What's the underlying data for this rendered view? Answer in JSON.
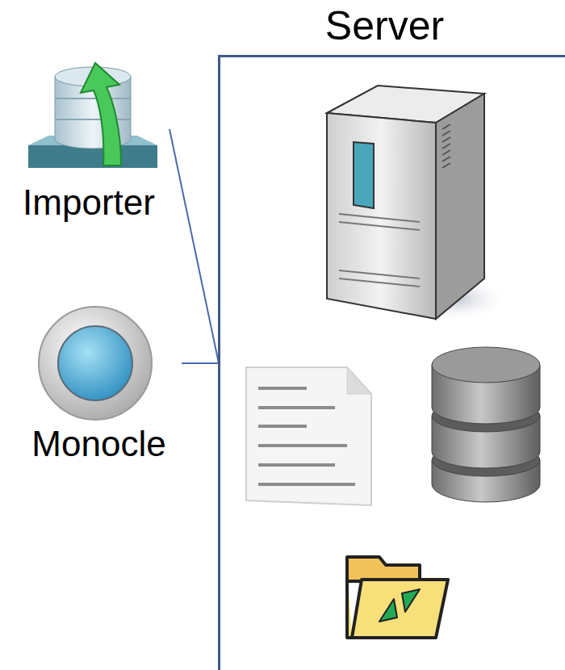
{
  "diagram": {
    "nodes": [
      {
        "text": [
          "Server"
        ]
      },
      {
        "text": [
          "Importer"
        ]
      },
      {
        "text": [
          "Monocle"
        ]
      }
    ],
    "edges": [
      {
        "from": 1,
        "to": 0,
        "arrow": "none"
      },
      {
        "from": 2,
        "to": 0,
        "arrow": "none"
      }
    ]
  }
}
